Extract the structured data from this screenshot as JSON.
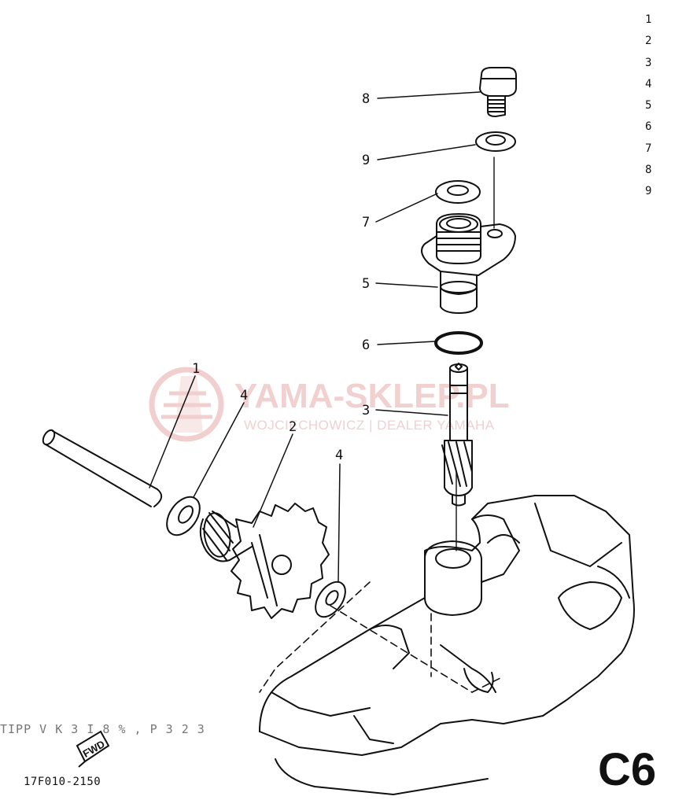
{
  "watermark": {
    "title": "YAMA-SKLEP.PL",
    "subtitle": "WOJCIECHOWICZ | DEALER YAMAHA"
  },
  "index_numbers": [
    "1",
    "2",
    "3",
    "4",
    "5",
    "6",
    "7",
    "8",
    "9"
  ],
  "callouts": {
    "c1": "1",
    "c2": "2",
    "c3": "3",
    "c4a": "4",
    "c4b": "4",
    "c5": "5",
    "c6": "6",
    "c7": "7",
    "c8": "8",
    "c9": "9"
  },
  "fwd_label": "FWD",
  "drawing_number": "17F010-2150",
  "page_code": "C6",
  "partial_text": "TIPP V K 3 I 8 % , P 3 2 3",
  "colors": {
    "line": "#111111",
    "watermark": "#e6a9a9"
  }
}
